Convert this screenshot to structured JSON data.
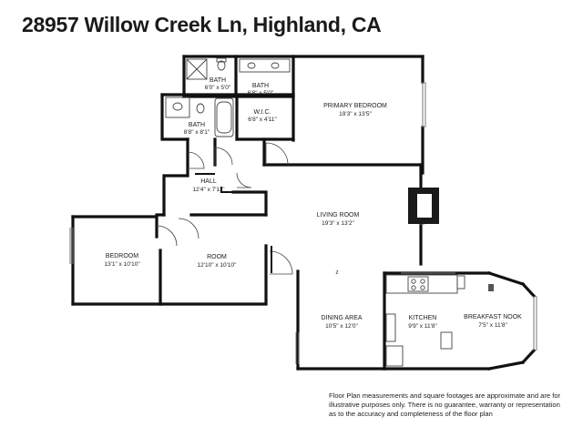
{
  "title": "28957 Willow Creek Ln, Highland, CA",
  "rooms": [
    {
      "id": "bath1",
      "name": "BATH",
      "dims": "6'0\" x 5'0\""
    },
    {
      "id": "bath2",
      "name": "BATH",
      "dims": "6'8\" x 5'0\""
    },
    {
      "id": "primary",
      "name": "PRIMARY BEDROOM",
      "dims": "19'3\" x 13'5\""
    },
    {
      "id": "bath3",
      "name": "BATH",
      "dims": "8'8\" x 8'1\""
    },
    {
      "id": "wic",
      "name": "W.I.C.",
      "dims": "6'8\" x 4'11\""
    },
    {
      "id": "hall",
      "name": "HALL",
      "dims": "12'4\" x 7'11\""
    },
    {
      "id": "living",
      "name": "LIVING ROOM",
      "dims": "19'3\" x 13'2\""
    },
    {
      "id": "bedroom",
      "name": "BEDROOM",
      "dims": "13'1\" x 10'10\""
    },
    {
      "id": "room",
      "name": "ROOM",
      "dims": "12'10\" x 10'10\""
    },
    {
      "id": "dining",
      "name": "DINING AREA",
      "dims": "10'5\" x 12'0\""
    },
    {
      "id": "kitchen",
      "name": "KITCHEN",
      "dims": "9'9\" x 11'8\""
    },
    {
      "id": "nook",
      "name": "BREAKFAST NOOK",
      "dims": "7'5\" x 11'8\""
    }
  ],
  "compass_marker": "z",
  "disclaimer": [
    "Floor Plan measurements and square footages are approximate and are for",
    "illustrative purposes only. There is no guarantee, warranty or representation",
    "as to the accuracy and completeness of the floor plan"
  ]
}
